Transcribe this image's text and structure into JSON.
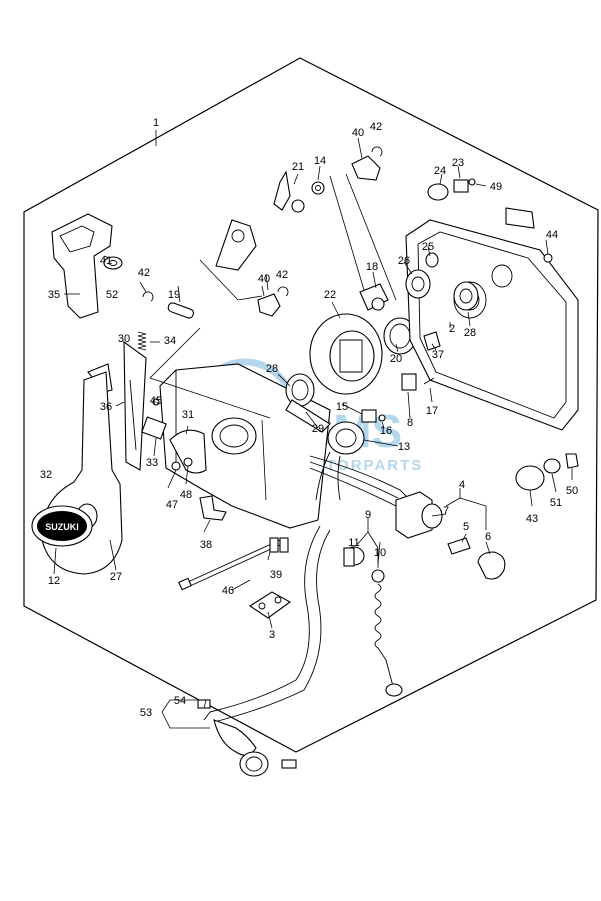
{
  "callouts": [
    "1",
    "2",
    "3",
    "4",
    "5",
    "6",
    "7",
    "8",
    "9",
    "10",
    "11",
    "12",
    "13",
    "14",
    "15",
    "16",
    "17",
    "18",
    "19",
    "20",
    "21",
    "22",
    "23",
    "24",
    "25",
    "26",
    "27",
    "28",
    "28",
    "29",
    "30",
    "31",
    "32",
    "33",
    "34",
    "35",
    "36",
    "37",
    "38",
    "39",
    "40",
    "40",
    "41",
    "42",
    "42",
    "42",
    "43",
    "44",
    "45",
    "46",
    "47",
    "48",
    "49",
    "50",
    "51",
    "52",
    "53",
    "54"
  ],
  "watermark": {
    "logo": "CMS",
    "subtitle": "MOTORPARTS",
    "color": "#2a8fd0"
  },
  "emblem_text": "SUZUKI"
}
